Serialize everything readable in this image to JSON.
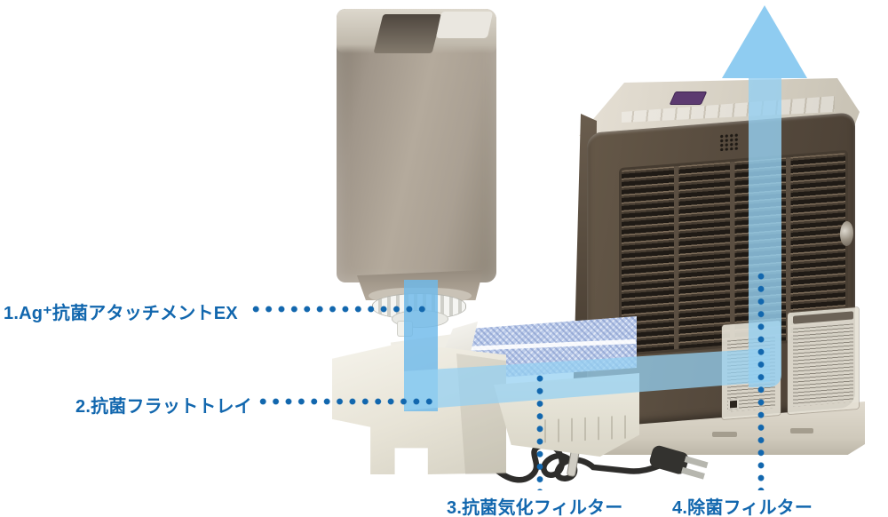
{
  "diagram": {
    "labels": [
      {
        "text": "1.Ag⁺抗菌アタッチメントEX"
      },
      {
        "text": "2.抗菌フラットトレイ"
      },
      {
        "text": "3.抗菌気化フィルター"
      },
      {
        "text": "4.除菌フィルター"
      }
    ],
    "colors": {
      "label_text": "#1267ae",
      "leader_dots": "#1267ae",
      "airflow_arrow": "#8fccf1",
      "unit_panel_brown": "#574b3e",
      "unit_trim_beige": "#d9d3c6",
      "tank_taupe": "#a79d8f",
      "tray_cream": "#ece9dd",
      "filter_blue": "#bccceb",
      "accent_purple": "#5c3a70"
    }
  }
}
